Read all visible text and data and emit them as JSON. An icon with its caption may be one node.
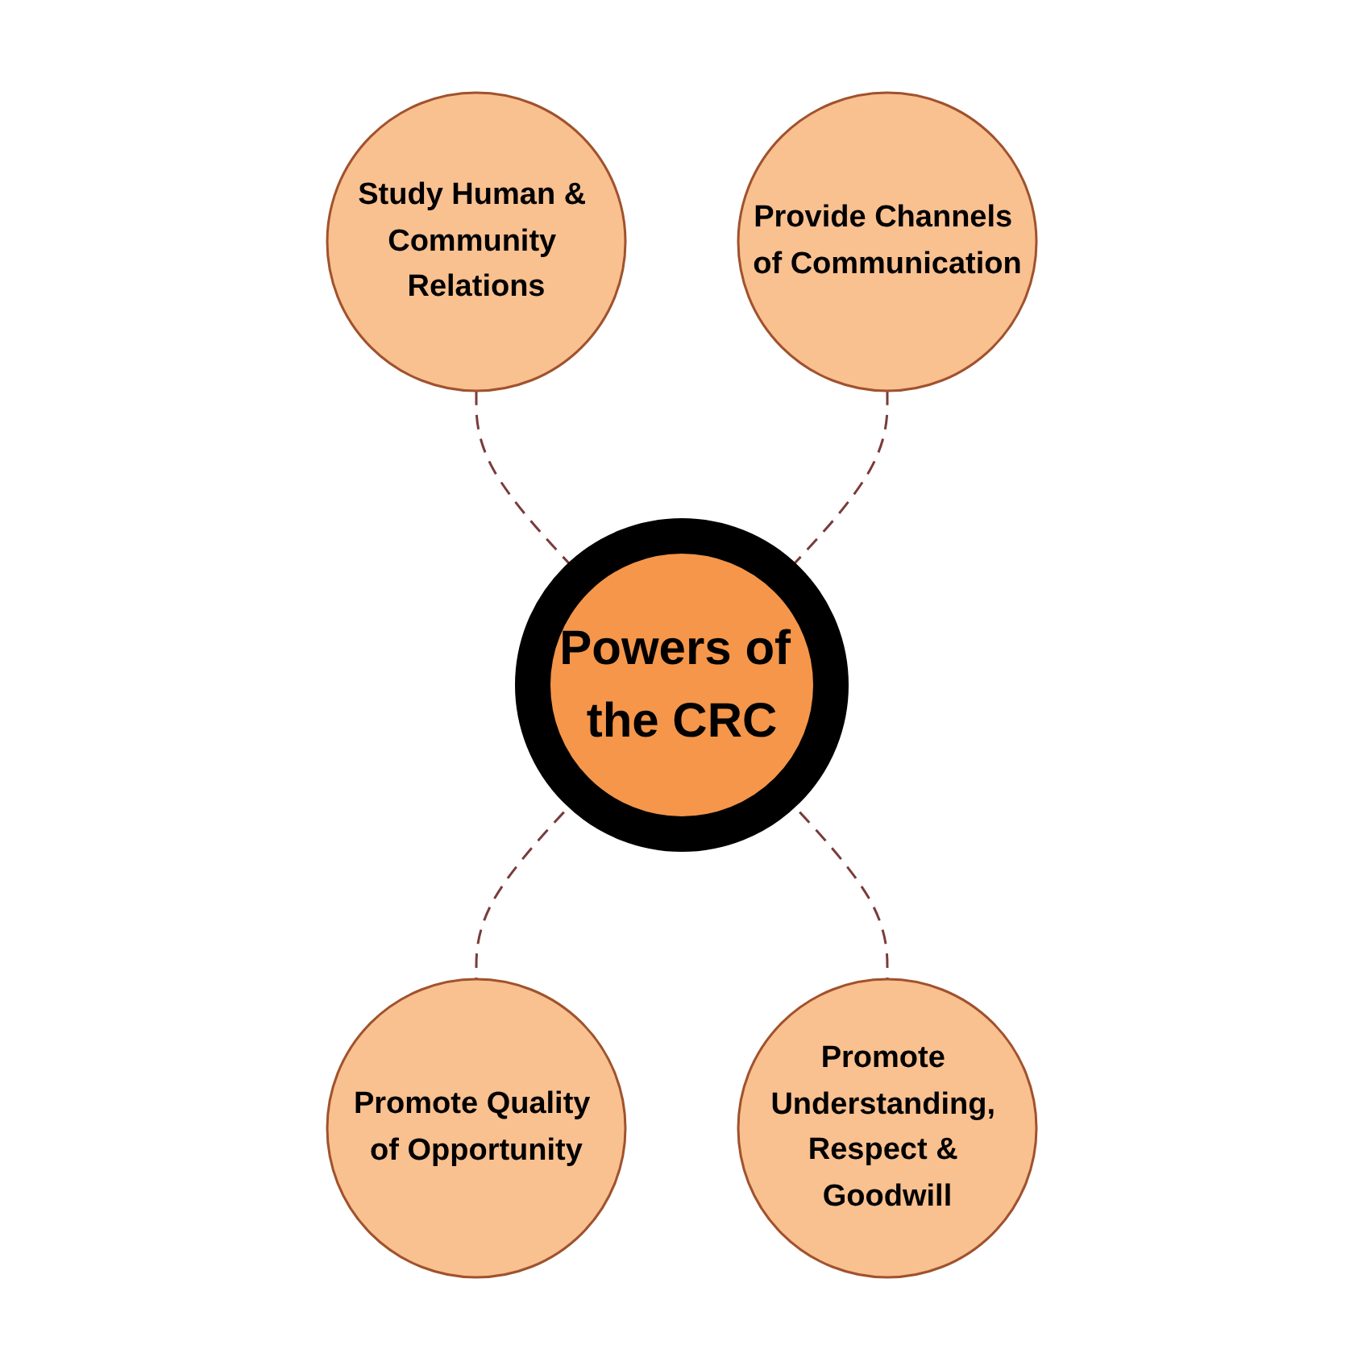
{
  "diagram": {
    "nodes": [
      {
        "text": [
          "Study Human & Community Relations"
        ]
      },
      {
        "text": [
          "Provide Channels of Communication"
        ]
      },
      {
        "text": [
          "Powers of the CRC"
        ]
      },
      {
        "text": [
          "Promote Quality of Opportunity"
        ]
      },
      {
        "text": [
          "Promote Understanding, Respect & Goodwill"
        ]
      }
    ],
    "edges": [
      {
        "from": 0,
        "to": 2,
        "arrow": "none",
        "style": "dashed"
      },
      {
        "from": 1,
        "to": 2,
        "arrow": "none",
        "style": "dashed"
      },
      {
        "from": 2,
        "to": 3,
        "arrow": "none",
        "style": "dashed"
      },
      {
        "from": 2,
        "to": 4,
        "arrow": "none",
        "style": "dashed"
      }
    ]
  }
}
